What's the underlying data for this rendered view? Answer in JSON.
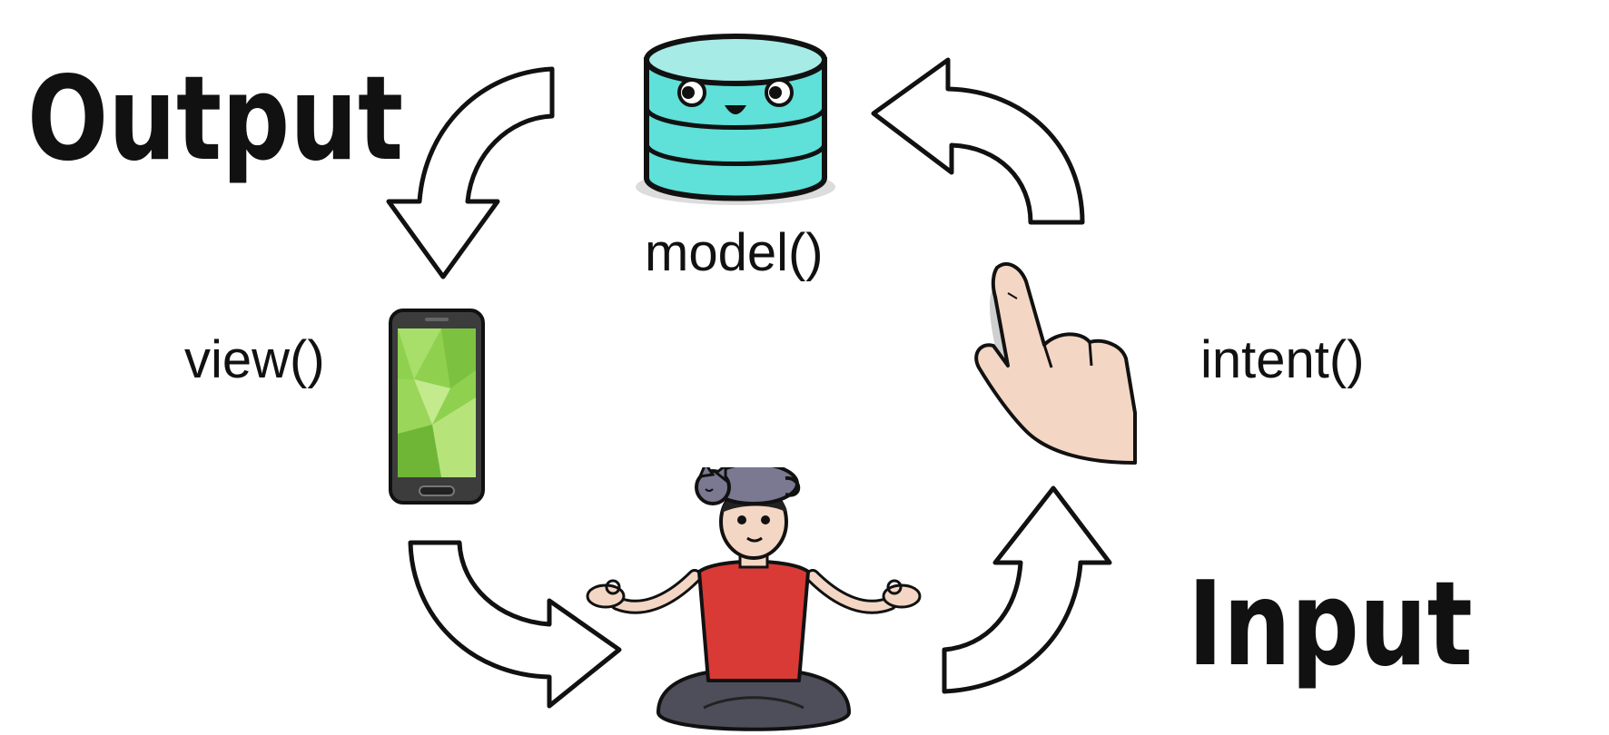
{
  "labels": {
    "output": "Output",
    "input": "Input",
    "model": "model()",
    "view": "view()",
    "intent": "intent()"
  },
  "icons": {
    "model": "database-face-icon",
    "view": "smartphone-icon",
    "intent": "pointing-hand-icon",
    "user": "meditating-person-icon"
  },
  "colors": {
    "database_fill": "#5fe0d8",
    "database_top": "#a7ebe6",
    "phone_screen": "#8fd14f",
    "shirt": "#d93a36",
    "cat_hair": "#7a7991",
    "skin": "#f4d6c4"
  }
}
